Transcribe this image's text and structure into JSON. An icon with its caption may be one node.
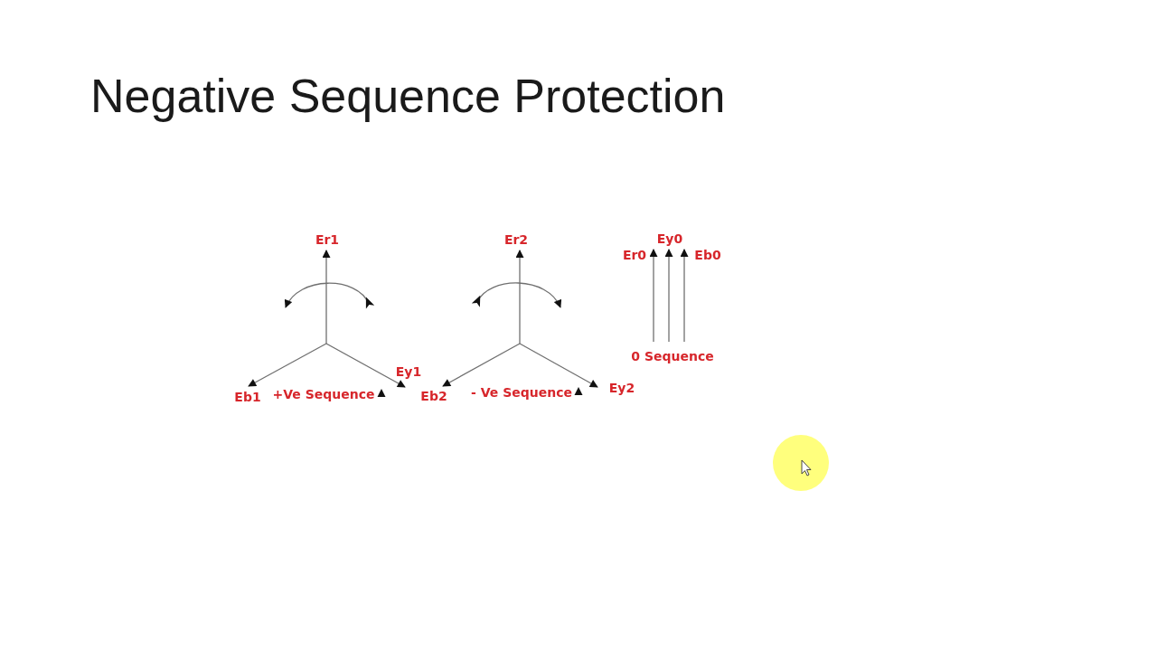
{
  "diagram": {
    "title": "Negative Sequence Protection",
    "labels": [
      "Er1",
      "Ey1",
      "Eb1",
      "+Ve Sequence",
      "Er2",
      "Eb2",
      "- Ve Sequence",
      "Ey2",
      "Ey0",
      "Er0",
      "Eb0",
      "0 Sequence"
    ]
  }
}
